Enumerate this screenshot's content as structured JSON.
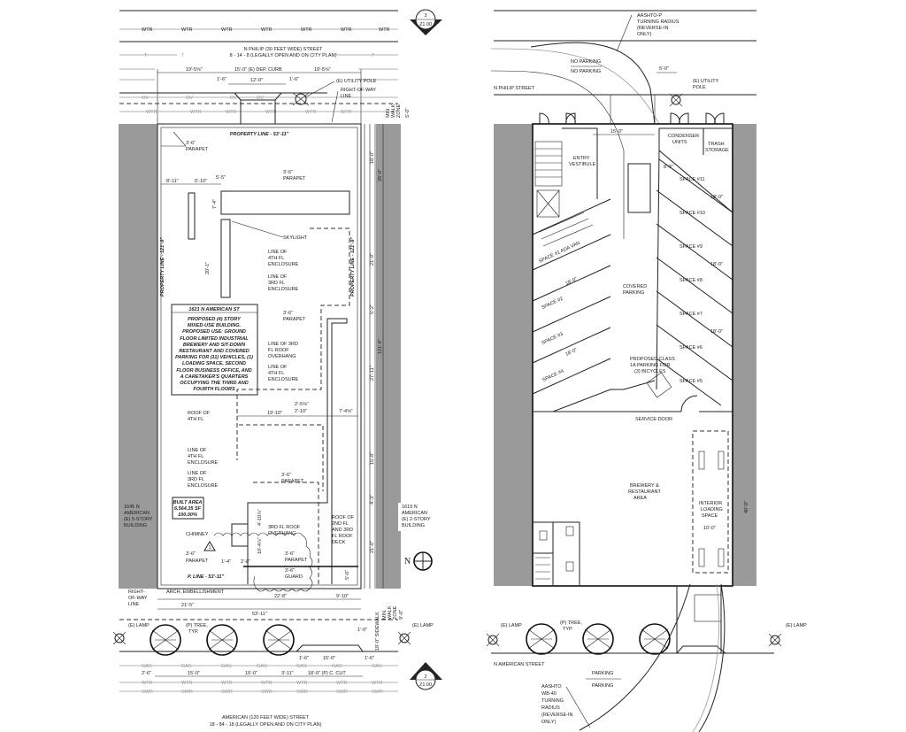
{
  "site_plan": {
    "section_marker_top": {
      "num": "3",
      "sheet": "Z1.00"
    },
    "section_marker_bottom": {
      "num": "2",
      "sheet": "Z1.00"
    },
    "utility_labels": {
      "wtr": "WTR",
      "t": "T",
      "ov": "OV",
      "gas": "GAS",
      "swr": "SWR"
    },
    "top_street": {
      "name": "N PHILIP (30 FEET WIDE) STREET",
      "sub": "8 - 14 - 8 (LEGALLY OPEN AND ON CITY PLAN)"
    },
    "bottom_street": {
      "name": "AMERICAN (120 FEET WIDE) STREET",
      "sub": "18 - 84 - 18 (LEGALLY OPEN AND ON CITY PLAN)"
    },
    "dims_top": [
      "19'-5⅝\"",
      "15'-0\" (E) DEP. CURB",
      "19'-5⅝\"",
      "1'-6\"",
      "12'-0\"",
      "1'-6\""
    ],
    "labels": {
      "utility_pole": "(E) UTILITY POLE",
      "row_line": [
        "RIGHT-OF-WAY",
        "LINE"
      ],
      "min_walk_top": [
        "MIN.",
        "WALK",
        "ZONE",
        "5'-0\""
      ],
      "property_line_top": "PROPERTY LINE - 53'-11\"",
      "property_line_side": "PROPERTY LINE - 121'-9\"",
      "parapet": "PARAPET",
      "parapet_dim": "3'-6\"",
      "skylight": "SKYLIGHT",
      "line_4th": [
        "LINE OF",
        "4TH FL",
        "ENCLOSURE"
      ],
      "line_3rd": [
        "LINE OF",
        "3RD FL",
        "ENCLOSURE"
      ],
      "line_3rd_overhang": [
        "LINE OF 3RD",
        "FL ROOF",
        "OVERHANG"
      ],
      "roof_4th": [
        "ROOF OF",
        "4TH FL"
      ],
      "chimney": "CHIMNEY",
      "overhang_3rd": [
        "3RD FL ROOF",
        "OVERHANG"
      ],
      "roof_2nd": [
        "ROOF OF",
        "2ND FL",
        "AND 3RD",
        "FL ROOF",
        "DECK"
      ],
      "guard": "GUARD",
      "p_line": "P. LINE - 53'-11\"",
      "arch": "ARCH. EMBELLISHMENT",
      "row_bottom": [
        "RIGHT-",
        "OF-WAY",
        "LINE"
      ],
      "min_walk_bottom": [
        "MIN.",
        "WALK",
        "ZONE",
        "9'-0\""
      ],
      "sidewalk": "18'-0\" SIDEWALK",
      "lamp": "(E) LAMP",
      "tree": [
        "(P) TREE,",
        "TYP."
      ],
      "neighbor_left": [
        "1645 N",
        "AMERICAN",
        "(E) 5-STORY",
        "BUILDING"
      ],
      "neighbor_right": [
        "1619 N",
        "AMERICAN",
        "(E) 2-STORY",
        "BUILDING"
      ],
      "north": "N",
      "rev": "1"
    },
    "info_box": {
      "title": "1621 N AMERICAN ST",
      "lines": [
        "PROPOSED (4) STORY",
        "MIXED-USE BUILDING.",
        "PROPOSED USE: GROUND",
        "FLOOR LIMITED INDUSTRIAL",
        "BREWERY AND SIT-DOWN",
        "RESTAURANT AND COVERED",
        "PARKING FOR (11) VEHICLES, (1)",
        "LOADING SPACE, SECOND",
        "FLOOR BUSINESS OFFICE, AND",
        "A CARETAKER'S QUARTERS",
        "OCCUPYING THE THIRD AND",
        "FOURTH FLOORS"
      ]
    },
    "built_area": [
      "BUILT AREA",
      "6,564.35 SF",
      "100.00%"
    ],
    "dims": {
      "d8_11": "8'-11\"",
      "d6_10": "6'-10\"",
      "d5_5": "5'-5\"",
      "d7_4": "7'-4\"",
      "d20_1": "20'-1\"",
      "d18_0": "18'-0\"",
      "d26_0": "26'-0\"",
      "d21_9": "21'-9\"",
      "d5_2": "5'-2\"",
      "d121_9": "121'-9\"",
      "d27_11": "27'-11\"",
      "d15_8": "15'-8\"",
      "d4_3": "4'-3\"",
      "d21_0": "21'-0\"",
      "d19_10": "19'-10\"",
      "d2_5": "2'-5⅝\"",
      "d2_10": "2'-10\"",
      "d7_4b": "7'-4⅝\"",
      "d4_10": "4'-10⅞\"",
      "d5_0": "5'-0\"",
      "d10_4": "10'-4⅞\"",
      "d1_4": "1'-4\"",
      "d2_8": "2'-8\"",
      "d1_6": "1'-6\"",
      "d5_0b": "5'-0\"",
      "d21_5": "21'-5\"",
      "d22_8": "22'-8\"",
      "d9_10": "9'-10\"",
      "d53_11": "53'-11\"",
      "b2_6": "2'-6\"",
      "b15_0a": "15'-0\"",
      "b15_0b": "15'-0\"",
      "b3_11": "3'-11\"",
      "b18_0": "18'-0\" (P) C. CUT",
      "b1_6a": "1'-6\"",
      "b15_0c": "15'-0\"",
      "b1_6b": "1'-6\"",
      "b1_0": "1'-0\""
    }
  },
  "floor_plan": {
    "aashto_p": [
      "AASHTO-P",
      "TURNING RADIUS",
      "(REVERSE-IN",
      "ONLY)"
    ],
    "no_parking": [
      "NO PARKING",
      "NO PARKING"
    ],
    "n_philip": "N PHILIP STREET",
    "d5_0": "5'-0\"",
    "utility_pole": [
      "(E) UTILITY",
      "POLE"
    ],
    "d15_0": "15'-0\"",
    "condenser": [
      "CONDENSER",
      "UNITS"
    ],
    "trash": [
      "TRASH",
      "STORAGE"
    ],
    "entry": [
      "ENTRY",
      "VESTIBULE"
    ],
    "spaces_right": [
      "SPACE #11",
      "SPACE #10",
      "SPACE #9",
      "SPACE #8",
      "SPACE #7",
      "SPACE #6",
      "SPACE #5"
    ],
    "spaces_left": [
      "SPACE #1 ADA VAN",
      "SPACE #2",
      "SPACE #3",
      "SPACE #4"
    ],
    "space_dim_w": "8'-6\"",
    "space_dim_l": "18'-0\"",
    "covered": [
      "COVERED",
      "PARKING"
    ],
    "bicycles": [
      "PROPOSED CLASS",
      "1A PARKING FOR",
      "(3) BICYCLES"
    ],
    "service_door": "SERVICE DOOR",
    "brewery": [
      "BREWERY &",
      "RESTAURANT",
      "AREA"
    ],
    "loading": [
      "INTERIOR",
      "LOADING",
      "SPACE"
    ],
    "d10_0": "10'-0\"",
    "d40_0": "40'-0\"",
    "lamp": "(E) LAMP",
    "tree": [
      "(P) TREE,",
      "TYP."
    ],
    "n_american": "N AMERICAN STREET",
    "parking": [
      "PARKING",
      "PARKING"
    ],
    "aashto_wb": [
      "AASHTO",
      "WB-40",
      "TURNING",
      "RADIUS",
      "(REVERSE-IN",
      "ONLY)"
    ]
  }
}
